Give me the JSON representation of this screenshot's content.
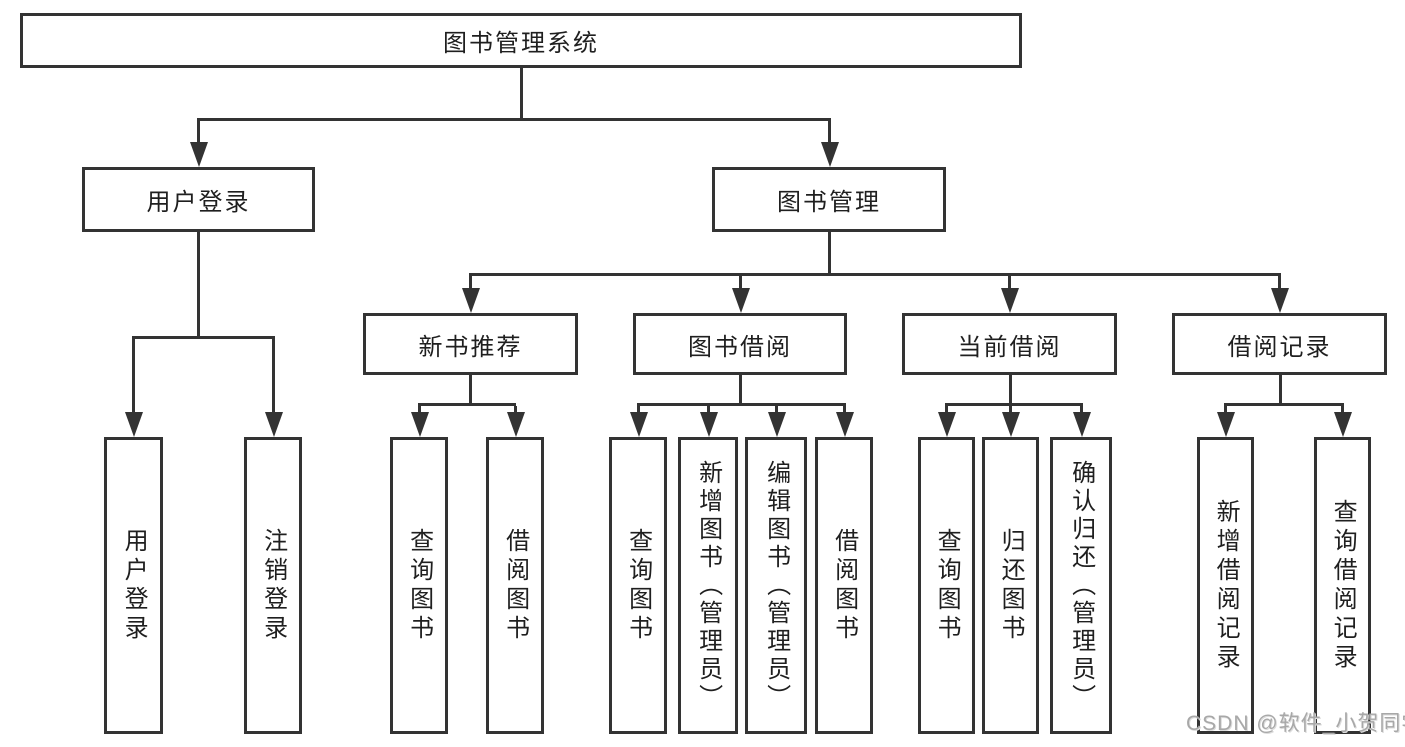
{
  "diagram": {
    "type": "tree",
    "root": {
      "label": "图书管理系统"
    },
    "level2": [
      {
        "label": "用户登录",
        "parent": "图书管理系统"
      },
      {
        "label": "图书管理",
        "parent": "图书管理系统"
      }
    ],
    "level3": [
      {
        "label": "新书推荐",
        "parent": "图书管理"
      },
      {
        "label": "图书借阅",
        "parent": "图书管理"
      },
      {
        "label": "当前借阅",
        "parent": "图书管理"
      },
      {
        "label": "借阅记录",
        "parent": "图书管理"
      }
    ],
    "leaves": [
      {
        "label": "用户登录",
        "parent": "用户登录"
      },
      {
        "label": "注销登录",
        "parent": "用户登录"
      },
      {
        "label": "查询图书",
        "parent": "新书推荐"
      },
      {
        "label": "借阅图书",
        "parent": "新书推荐"
      },
      {
        "label": "查询图书",
        "parent": "图书借阅"
      },
      {
        "label": "新增图书（管理员）",
        "parent": "图书借阅"
      },
      {
        "label": "编辑图书（管理员）",
        "parent": "图书借阅"
      },
      {
        "label": "借阅图书",
        "parent": "图书借阅"
      },
      {
        "label": "查询图书",
        "parent": "当前借阅"
      },
      {
        "label": "归还图书",
        "parent": "当前借阅"
      },
      {
        "label": "确认归还（管理员）",
        "parent": "当前借阅"
      },
      {
        "label": "新增借阅记录",
        "parent": "借阅记录"
      },
      {
        "label": "查询借阅记录",
        "parent": "借阅记录"
      }
    ]
  },
  "watermark": {
    "text": "CSDN @软件_小贺同学"
  },
  "colors": {
    "line": "#333333",
    "text": "#1f1f1f",
    "background": "#ffffff",
    "watermark": "#a8a8a8"
  }
}
